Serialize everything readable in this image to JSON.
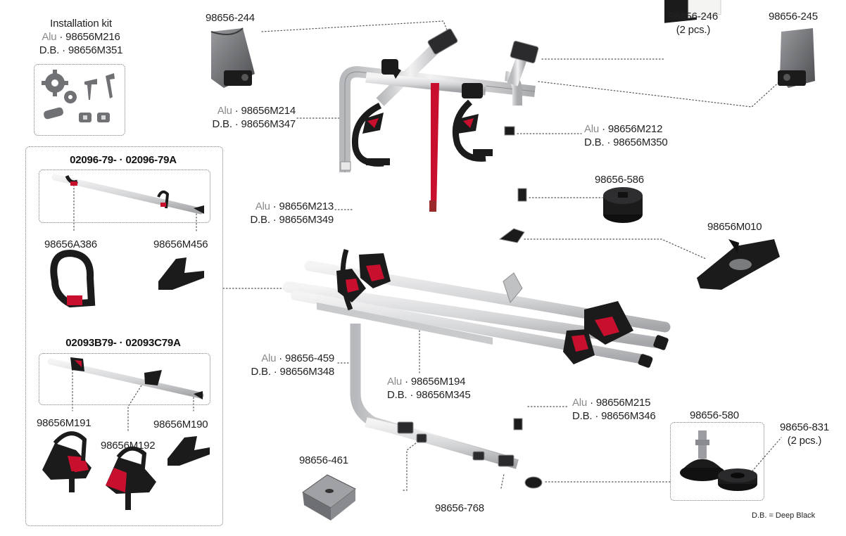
{
  "installation_kit": {
    "title": "Installation kit",
    "alu_prefix": "Alu",
    "alu_code": "· 98656M216",
    "db_prefix": "D.B.",
    "db_code": "· 98656M351"
  },
  "variant_a": {
    "title": "02096-79- · 02096-79A",
    "strap_code": "98656A386",
    "wheel_holder_code": "98656M456"
  },
  "variant_b": {
    "title": "02093B79- · 02093C79A",
    "holder_front_code": "98656M191",
    "holder_mid_code": "98656M192",
    "holder_end_code": "98656M190"
  },
  "parts": {
    "clamp_top_left": "98656-244",
    "pad_pair": {
      "code": "98656-246",
      "qty": "(2 pcs.)"
    },
    "clamp_top_right": "98656-245",
    "left_upright": {
      "alu": "Alu",
      "alu_code": "· 98656M214",
      "db": "D.B.",
      "db_code": "· 98656M347"
    },
    "right_upright": {
      "alu": "Alu",
      "alu_code": "· 98656M212",
      "db": "D.B.",
      "db_code": "· 98656M350"
    },
    "left_mid": {
      "alu": "Alu",
      "alu_code": "· 98656M213",
      "db": "D.B.",
      "db_code": "· 98656M349"
    },
    "spacer": "98656-586",
    "strap_holder": "98656M010",
    "lower_frame": {
      "alu": "Alu",
      "alu_code": "· 98656-459",
      "db": "D.B.",
      "db_code": "· 98656M348"
    },
    "rail": {
      "alu": "Alu",
      "alu_code": "· 98656M194",
      "db": "D.B.",
      "db_code": "· 98656M345"
    },
    "right_lower": {
      "alu": "Alu",
      "alu_code": "· 98656M215",
      "db": "D.B.",
      "db_code": "· 98656M346"
    },
    "foot": "98656-580",
    "foot_pad": {
      "code": "98656-831",
      "qty": "(2 pcs.)"
    },
    "bracket": "98656-461",
    "end_cap": "98656-768"
  },
  "footnote": "D.B. = Deep Black",
  "colors": {
    "aluminium": "#d9dadc",
    "black": "#1b1b1b",
    "red": "#c8102e",
    "grey_part": "#6f7073",
    "leader": "#555555"
  }
}
